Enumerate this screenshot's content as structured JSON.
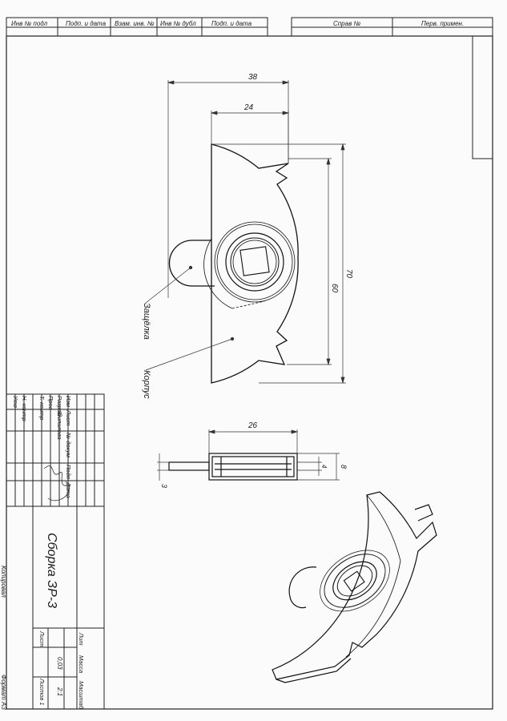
{
  "top_stamp": {
    "cells": [
      "Инв № подл",
      "Подп. и дата",
      "Взам. инв. №",
      "Инв № дубл",
      "Подп. и дата",
      "Справ №",
      "Перв. примен."
    ]
  },
  "dims": {
    "width_38": "38",
    "width_24": "24",
    "height_70": "70",
    "height_60": "60",
    "width_26": "26",
    "thk_4": "4",
    "thk_8": "8",
    "thk_3": "3"
  },
  "labels": {
    "latch": "Защёлка",
    "body": "Корпус"
  },
  "title_block": {
    "designation": "Сборка ЗР-3",
    "row_headers": [
      "Изм",
      "Лист",
      "№ докум",
      "Подп",
      "Дата"
    ],
    "roles": [
      "Разраб",
      "Пров",
      "Т. контр",
      "Н. контр",
      "Утв"
    ],
    "developer": "Шипилова",
    "col_lit": "Лит",
    "col_mass": "Масса",
    "col_scale": "Масштаб",
    "mass_value": "0,03",
    "scale_value": "2:1",
    "sheet_label": "Лист",
    "sheets_label": "Листов 1"
  },
  "margins": {
    "copied": "Копировал",
    "format": "Формат А3"
  }
}
